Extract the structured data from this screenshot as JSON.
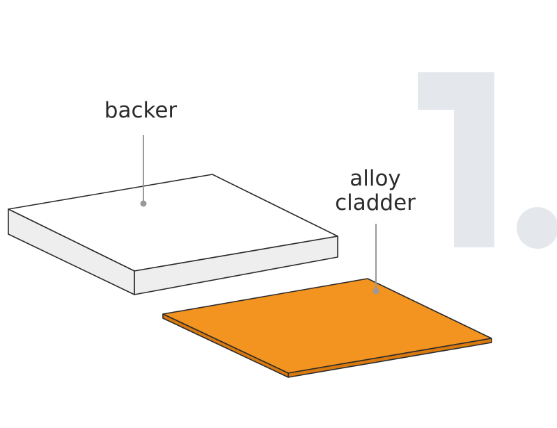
{
  "step": {
    "number": "1."
  },
  "labels": {
    "backer": "backer",
    "cladder_line1": "alloy",
    "cladder_line2": "cladder"
  },
  "colors": {
    "background": "#ffffff",
    "step_number": "#e4e8ec",
    "backer_top": "#ffffff",
    "backer_side": "#eeeeee",
    "outline": "#2b2b2b",
    "cladder_top": "#f39320",
    "cladder_edge": "#d97a10",
    "leader_line": "#9a9a9a",
    "text": "#2b2b2b"
  }
}
